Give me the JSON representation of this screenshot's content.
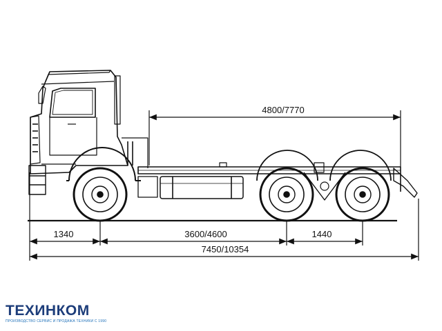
{
  "dimensions": {
    "body_length": "4800/7770",
    "front_overhang": "1340",
    "wheelbase": "3600/4600",
    "rear_axle_spacing": "1440",
    "overall_length": "7450/10354"
  },
  "logo": {
    "name": "ТЕХИНКОМ",
    "tagline": "ПРОИЗВОДСТВО СЕРВИС И ПРОДАЖА ТЕХНИКИ С 1990"
  },
  "colors": {
    "line": "#111111",
    "logo_primary": "#1d3d7a",
    "logo_accent": "#1d6fb8"
  }
}
